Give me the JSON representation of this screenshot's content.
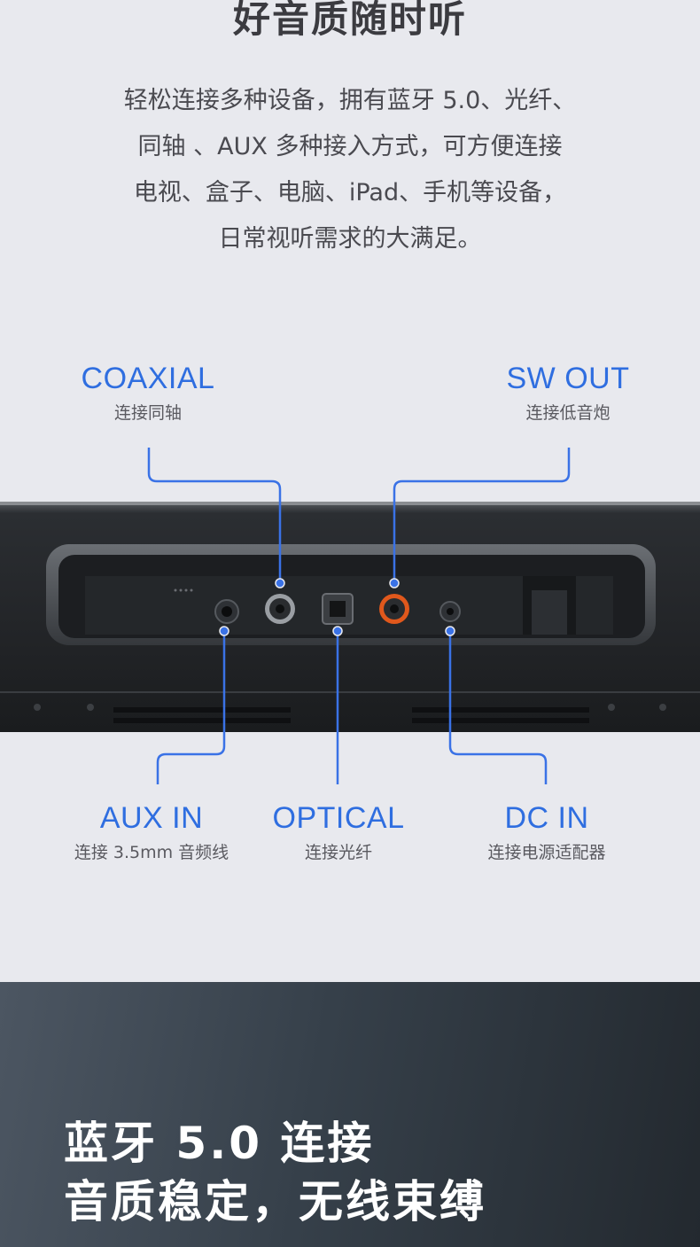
{
  "heading": "好音质随时听",
  "intro": [
    "轻松连接多种设备，拥有蓝牙 5.0、光纤、",
    "同轴 、AUX 多种接入方式，可方便连接",
    "电视、盒子、电脑、iPad、手机等设备，",
    "日常视听需求的大满足。"
  ],
  "ports": {
    "coaxial": {
      "name": "COAXIAL",
      "desc": "连接同轴"
    },
    "sw_out": {
      "name": "SW OUT",
      "desc": "连接低音炮"
    },
    "aux_in": {
      "name": "AUX IN",
      "desc": "连接 3.5mm 音频线"
    },
    "optical": {
      "name": "OPTICAL",
      "desc": "连接光纤"
    },
    "dc_in": {
      "name": "DC IN",
      "desc": "连接电源适配器"
    }
  },
  "colors": {
    "accent": "#2f6ee0",
    "callout_line": "#3a72e6",
    "sw_port": "#e0581c"
  },
  "bluetooth": {
    "line1": "蓝牙 5.0 连接",
    "line2": "音质稳定，无线束缚"
  }
}
